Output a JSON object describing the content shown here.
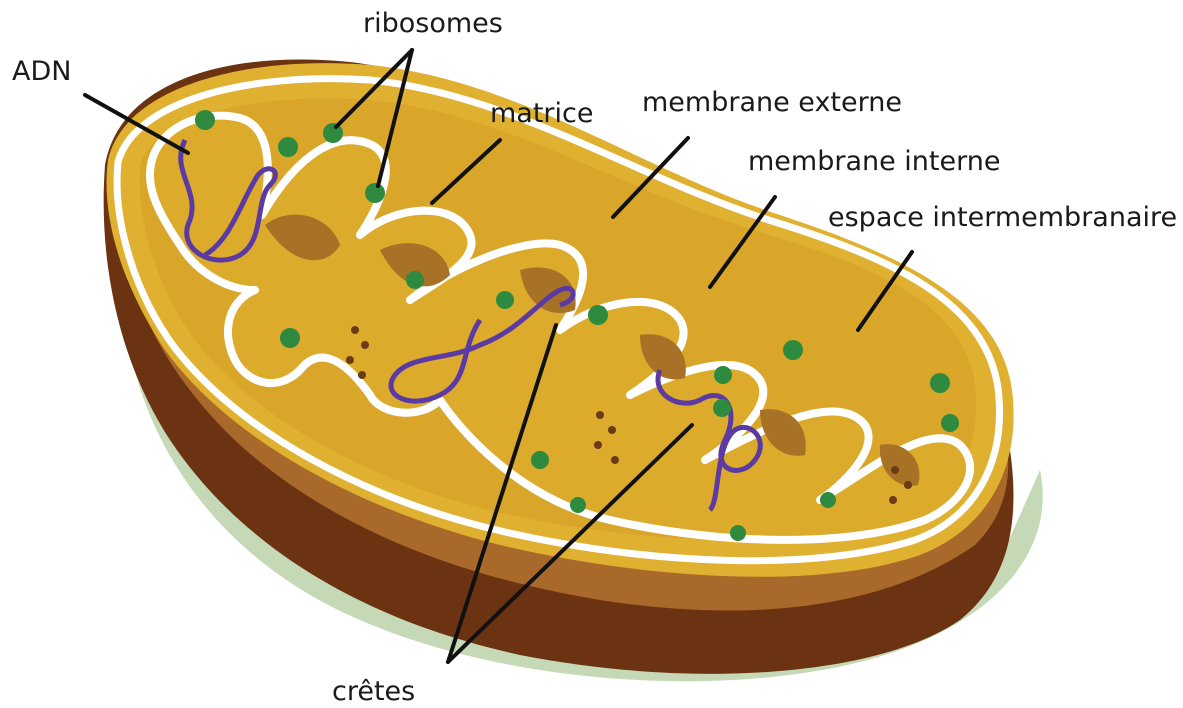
{
  "labels": {
    "adn": "ADN",
    "ribosomes": "ribosomes",
    "matrice": "matrice",
    "membrane_externe": "membrane externe",
    "membrane_interne": "membrane interne",
    "espace_intermembranaire": "espace intermembranaire",
    "cretes": "crêtes"
  },
  "colors": {
    "shadow": "#c5d9b6",
    "outer_wall": "#6b3312",
    "outer_band": "#a8692a",
    "top_surface": "#e0b030",
    "cut_face": "#d9a62a",
    "membrane": "#ffffff",
    "matrix": "#dcab2c",
    "crista_shade": "#a77126",
    "granules": "#6b3a16",
    "ribosome": "#2d8a3e",
    "dna": "#5b3aa3",
    "leader": "#111111"
  }
}
